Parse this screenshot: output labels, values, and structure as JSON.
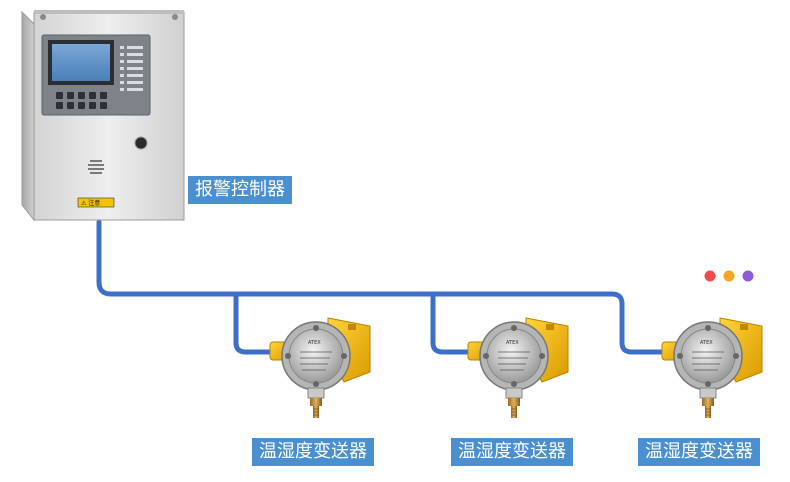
{
  "controller": {
    "label": "报警控制器",
    "warning_sticker": "⚠ 注意"
  },
  "sensors": [
    {
      "label": "温湿度变送器"
    },
    {
      "label": "温湿度变送器"
    },
    {
      "label": "温湿度变送器"
    }
  ],
  "colors": {
    "cable": "#3d6fc9",
    "label_bg": "#4a8fcf",
    "cabinet": "#e6e6e6",
    "sensor_body": "#f2b705",
    "dot_red": "#ef4b4b",
    "dot_orange": "#f5a623",
    "dot_purple": "#8e5bd6"
  }
}
